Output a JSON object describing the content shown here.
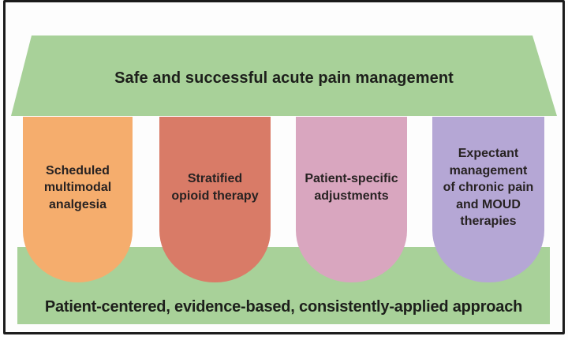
{
  "figure": {
    "roof_label": "Safe and successful acute pain management",
    "base_label": "Patient-centered, evidence-based, consistently-applied approach",
    "pillars": [
      {
        "label": "Scheduled\nmultimodal\nanalgesia",
        "color": "#f5ad6d"
      },
      {
        "label": "Stratified\nopioid therapy",
        "color": "#d97b67"
      },
      {
        "label": "Patient-specific\nadjustments",
        "color": "#d9a6bf"
      },
      {
        "label": "Expectant\nmanagement\nof chronic pain\nand MOUD\ntherapies",
        "color": "#b5a7d5"
      }
    ],
    "colors": {
      "roof": "#a8d199",
      "base": "#a8d199",
      "text": "#1d1f1b",
      "border": "#1b1b1b"
    }
  }
}
